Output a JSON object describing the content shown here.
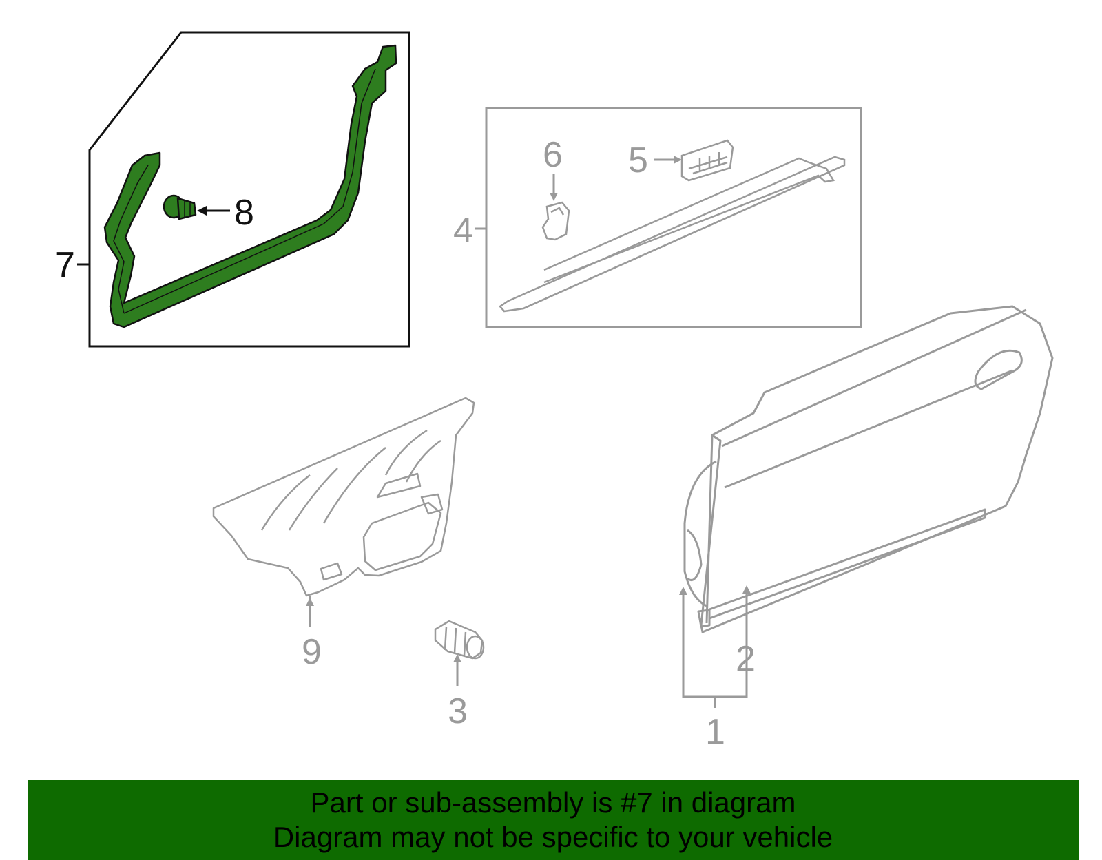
{
  "colors": {
    "highlight_fill": "#2e7d1f",
    "highlight_stroke": "#111111",
    "muted_stroke": "#9a9a9a",
    "banner_bg": "#0e6b00"
  },
  "callouts": {
    "c1": "1",
    "c2": "2",
    "c3": "3",
    "c4": "4",
    "c5": "5",
    "c6": "6",
    "c7": "7",
    "c8": "8",
    "c9": "9"
  },
  "banner": {
    "line1": "Part or sub-assembly is #7 in diagram",
    "line2": "Diagram may not be specific to your vehicle"
  }
}
